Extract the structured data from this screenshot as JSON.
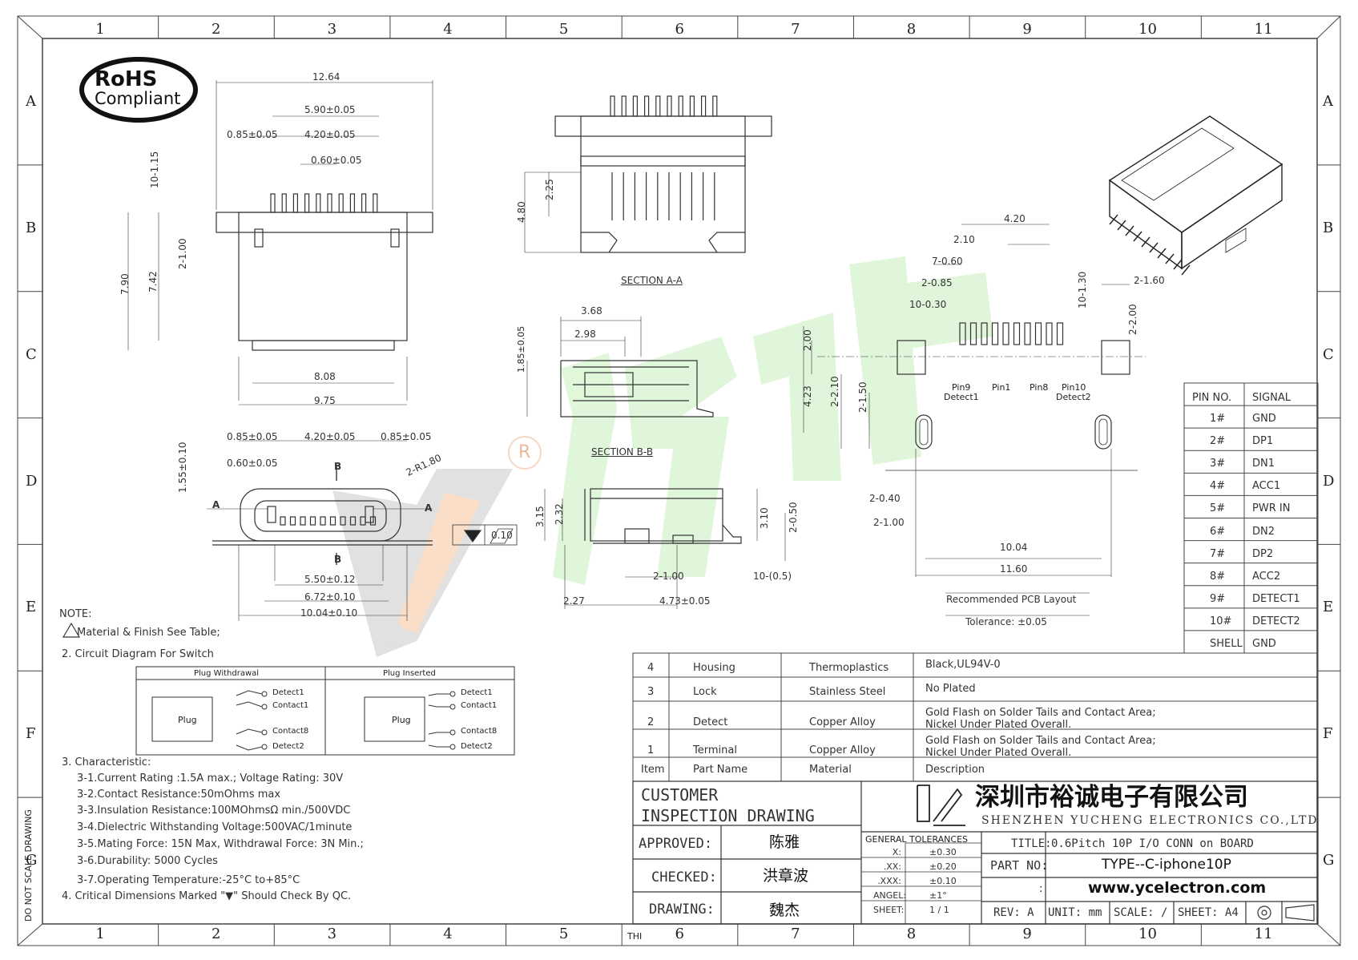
{
  "border": {
    "cols": [
      "1",
      "2",
      "3",
      "4",
      "5",
      "6",
      "7",
      "8",
      "9",
      "10",
      "11"
    ],
    "rows": [
      "A",
      "B",
      "C",
      "D",
      "E",
      "F",
      "G"
    ],
    "side_text": "DO NOT SCALE DRAWING",
    "corner_text": "THI"
  },
  "logo": {
    "line1": "RoHS",
    "line2": "Compliant"
  },
  "watermark_r": "R",
  "top_view": {
    "d_12_64": "12.64",
    "d_5_90": "5.90±0.05",
    "d_0_85": "0.85±0.05",
    "d_4_20": "4.20±0.05",
    "d_0_60": "0.60±0.05",
    "d_10_115": "10-1.15",
    "d_2_100": "2-1.00",
    "d_7_90": "7.90",
    "d_7_42": "7.42",
    "d_8_08": "8.08",
    "d_9_75": "9.75"
  },
  "front_view": {
    "d_0_85a": "0.85±0.05",
    "d_4_20": "4.20±0.05",
    "d_0_85b": "0.85±0.05",
    "d_0_60": "0.60±0.05",
    "d_1_55": "1.55±0.10",
    "d_r180": "2-R1.80",
    "d_5_50": "5.50±0.12",
    "d_6_72": "6.72±0.10",
    "d_10_04": "10.04±0.10",
    "lbl_a1": "A",
    "lbl_a2": "A",
    "lbl_b1": "B",
    "lbl_b2": "B",
    "flatness": "0.10"
  },
  "section_aa": {
    "title": "SECTION A-A",
    "d_4_80": "4.80",
    "d_2_25": "2.25"
  },
  "section_bb": {
    "title": "SECTION B-B",
    "d_3_68": "3.68",
    "d_2_98": "2.98",
    "d_1_85": "1.85±0.05"
  },
  "side_view": {
    "d_3_15": "3.15",
    "d_2_32": "2.32",
    "d_3_10": "3.10",
    "d_2_050": "2-0.50",
    "d_2_100": "2-1.00",
    "d_10_05": "10-(0.5)",
    "d_2_27": "2.27",
    "d_4_73": "4.73±0.05"
  },
  "pcb": {
    "d_4_20": "4.20",
    "d_2_10": "2.10",
    "d_7_060": "7-0.60",
    "d_2_085": "2-0.85",
    "d_10_030": "10-0.30",
    "d_10_130": "10-1.30",
    "d_2_160": "2-1.60",
    "d_2_200": "2-2.00",
    "d_2_00": "2.00",
    "d_4_23": "4.23",
    "d_2_210": "2-2.10",
    "d_2_150": "2-1.50",
    "d_2_040": "2-0.40",
    "d_2_100": "2-1.00",
    "d_10_04": "10.04",
    "d_11_60": "11.60",
    "pin9": "Pin9",
    "detect1": "Detect1",
    "pin1": "Pin1",
    "pin8": "Pin8",
    "pin10": "Pin10",
    "detect2": "Detect2",
    "caption": "Recommended PCB Layout",
    "tolerance": "Tolerance: ±0.05"
  },
  "pin_table": {
    "headers": [
      "PIN NO.",
      "SIGNAL"
    ],
    "rows": [
      [
        "1#",
        "GND"
      ],
      [
        "2#",
        "DP1"
      ],
      [
        "3#",
        "DN1"
      ],
      [
        "4#",
        "ACC1"
      ],
      [
        "5#",
        "PWR IN"
      ],
      [
        "6#",
        "DN2"
      ],
      [
        "7#",
        "DP2"
      ],
      [
        "8#",
        "ACC2"
      ],
      [
        "9#",
        "DETECT1"
      ],
      [
        "10#",
        "DETECT2"
      ],
      [
        "SHELL",
        "GND"
      ]
    ]
  },
  "notes": {
    "title": "NOTE:",
    "n1": "Material & Finish See Table;",
    "n2": "2. Circuit Diagram For Switch",
    "n3": "3. Characteristic:",
    "c1": "3-1.Current Rating :1.5A max.; Voltage Rating: 30V",
    "c2": "3-2.Contact Resistance:50mOhms max",
    "c3": "3-3.Insulation Resistance:100MOhmsΩ  min./500VDC",
    "c4": "3-4.Dielectric Withstanding Voltage:500VAC/1minute",
    "c5": "3-5.Mating Force: 15N Max, Withdrawal Force: 3N Min.;",
    "c6": "3-6.Durability: 5000 Cycles",
    "c7": "3-7.Operating Temperature:-25°C to+85°C",
    "n4": "4. Critical Dimensions Marked \"▼\" Should Check By QC."
  },
  "circuit": {
    "left_title": "Plug Withdrawal",
    "right_title": "Plug Inserted",
    "plug": "Plug",
    "detect1": "Detect1",
    "contact1": "Contact1",
    "contact8": "Contact8",
    "detect2": "Detect2"
  },
  "materials": {
    "rows": [
      [
        "4",
        "Housing",
        "Thermoplastics",
        "Black,UL94V-0",
        ""
      ],
      [
        "3",
        "Lock",
        "Stainless Steel",
        "No Plated",
        ""
      ],
      [
        "2",
        "Detect",
        "Copper Alloy",
        "Gold Flash on Solder Tails and Contact Area;",
        "Nickel Under Plated Overall."
      ],
      [
        "1",
        "Terminal",
        "Copper Alloy",
        "Gold Flash on Solder Tails and Contact Area;",
        "Nickel Under Plated Overall."
      ]
    ],
    "header": [
      "Item",
      "Part Name",
      "Material",
      "Description"
    ]
  },
  "title_block": {
    "doc_type_1": "CUSTOMER",
    "doc_type_2": "INSPECTION DRAWING",
    "approved_label": "APPROVED:",
    "approved_name": "陈雅",
    "checked_label": "CHECKED:",
    "checked_name": "洪章波",
    "drawing_label": "DRAWING:",
    "drawing_name": "魏杰",
    "company_cn": "深圳市裕诚电子有限公司",
    "company_en": "SHENZHEN YUCHENG ELECTRONICS CO.,LTD",
    "gt_title": "GENERAL TOLERANCES",
    "gt_rows": [
      [
        "X:",
        "±0.30"
      ],
      [
        ".XX:",
        "±0.20"
      ],
      [
        ".XXX:",
        "±0.10"
      ],
      [
        "ANGEL:",
        "±1°"
      ],
      [
        "SHEET:",
        "1 / 1"
      ]
    ],
    "title_label": "TITLE:",
    "title_value": "0.6Pitch 10P I/O CONN on BOARD",
    "part_label": "PART NO:",
    "part_value": "TYPE--C-iphone10P",
    "colon": ":",
    "website": "www.ycelectron.com",
    "rev": "REV: A",
    "unit": "UNIT: mm",
    "scale": "SCALE: /",
    "sheet": "SHEET: A4"
  }
}
